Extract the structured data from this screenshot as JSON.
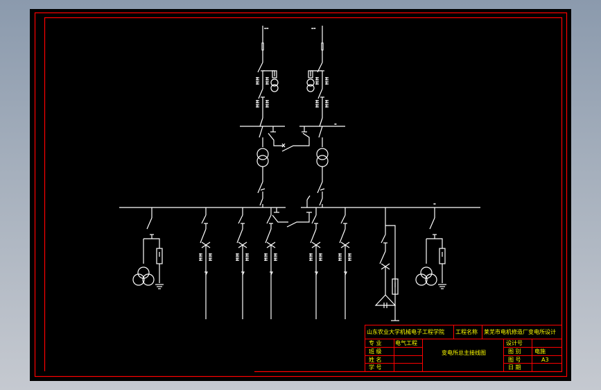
{
  "drawing": {
    "type": "electrical single-line diagram",
    "colors": {
      "background": "#000000",
      "frame": "#ff0000",
      "lines": "#ffffff",
      "title_text": "#ffff00"
    },
    "incoming_lines": [
      {
        "label": "▪▬"
      },
      {
        "label": "▪▬"
      }
    ],
    "bus_labels": {
      "hv_right": "▬",
      "lv_right": "▬"
    },
    "feeders": [
      {
        "name": "voltage-transformer-left"
      },
      {
        "name": "feeder-1"
      },
      {
        "name": "feeder-2"
      },
      {
        "name": "feeder-3"
      },
      {
        "name": "feeder-4"
      },
      {
        "name": "feeder-5"
      },
      {
        "name": "capacitor-bank"
      },
      {
        "name": "voltage-transformer-right"
      }
    ]
  },
  "title_block": {
    "school": "山东农业大学机械电子工程学院",
    "project_label": "工程名称",
    "project_name": "莱芜市电机修造厂变电所设计",
    "rows_left": [
      {
        "label": "专  业",
        "value": "电气工程"
      },
      {
        "label": "班  级",
        "value": ""
      },
      {
        "label": "姓  名",
        "value": ""
      },
      {
        "label": "学  号",
        "value": ""
      }
    ],
    "drawing_title": "变电所总主接线图",
    "rows_right": [
      {
        "label": "设计号",
        "value": ""
      },
      {
        "label": "图  别",
        "value": "电施"
      },
      {
        "label": "图  号",
        "value": "A3"
      },
      {
        "label": "日  期",
        "value": ""
      }
    ]
  }
}
